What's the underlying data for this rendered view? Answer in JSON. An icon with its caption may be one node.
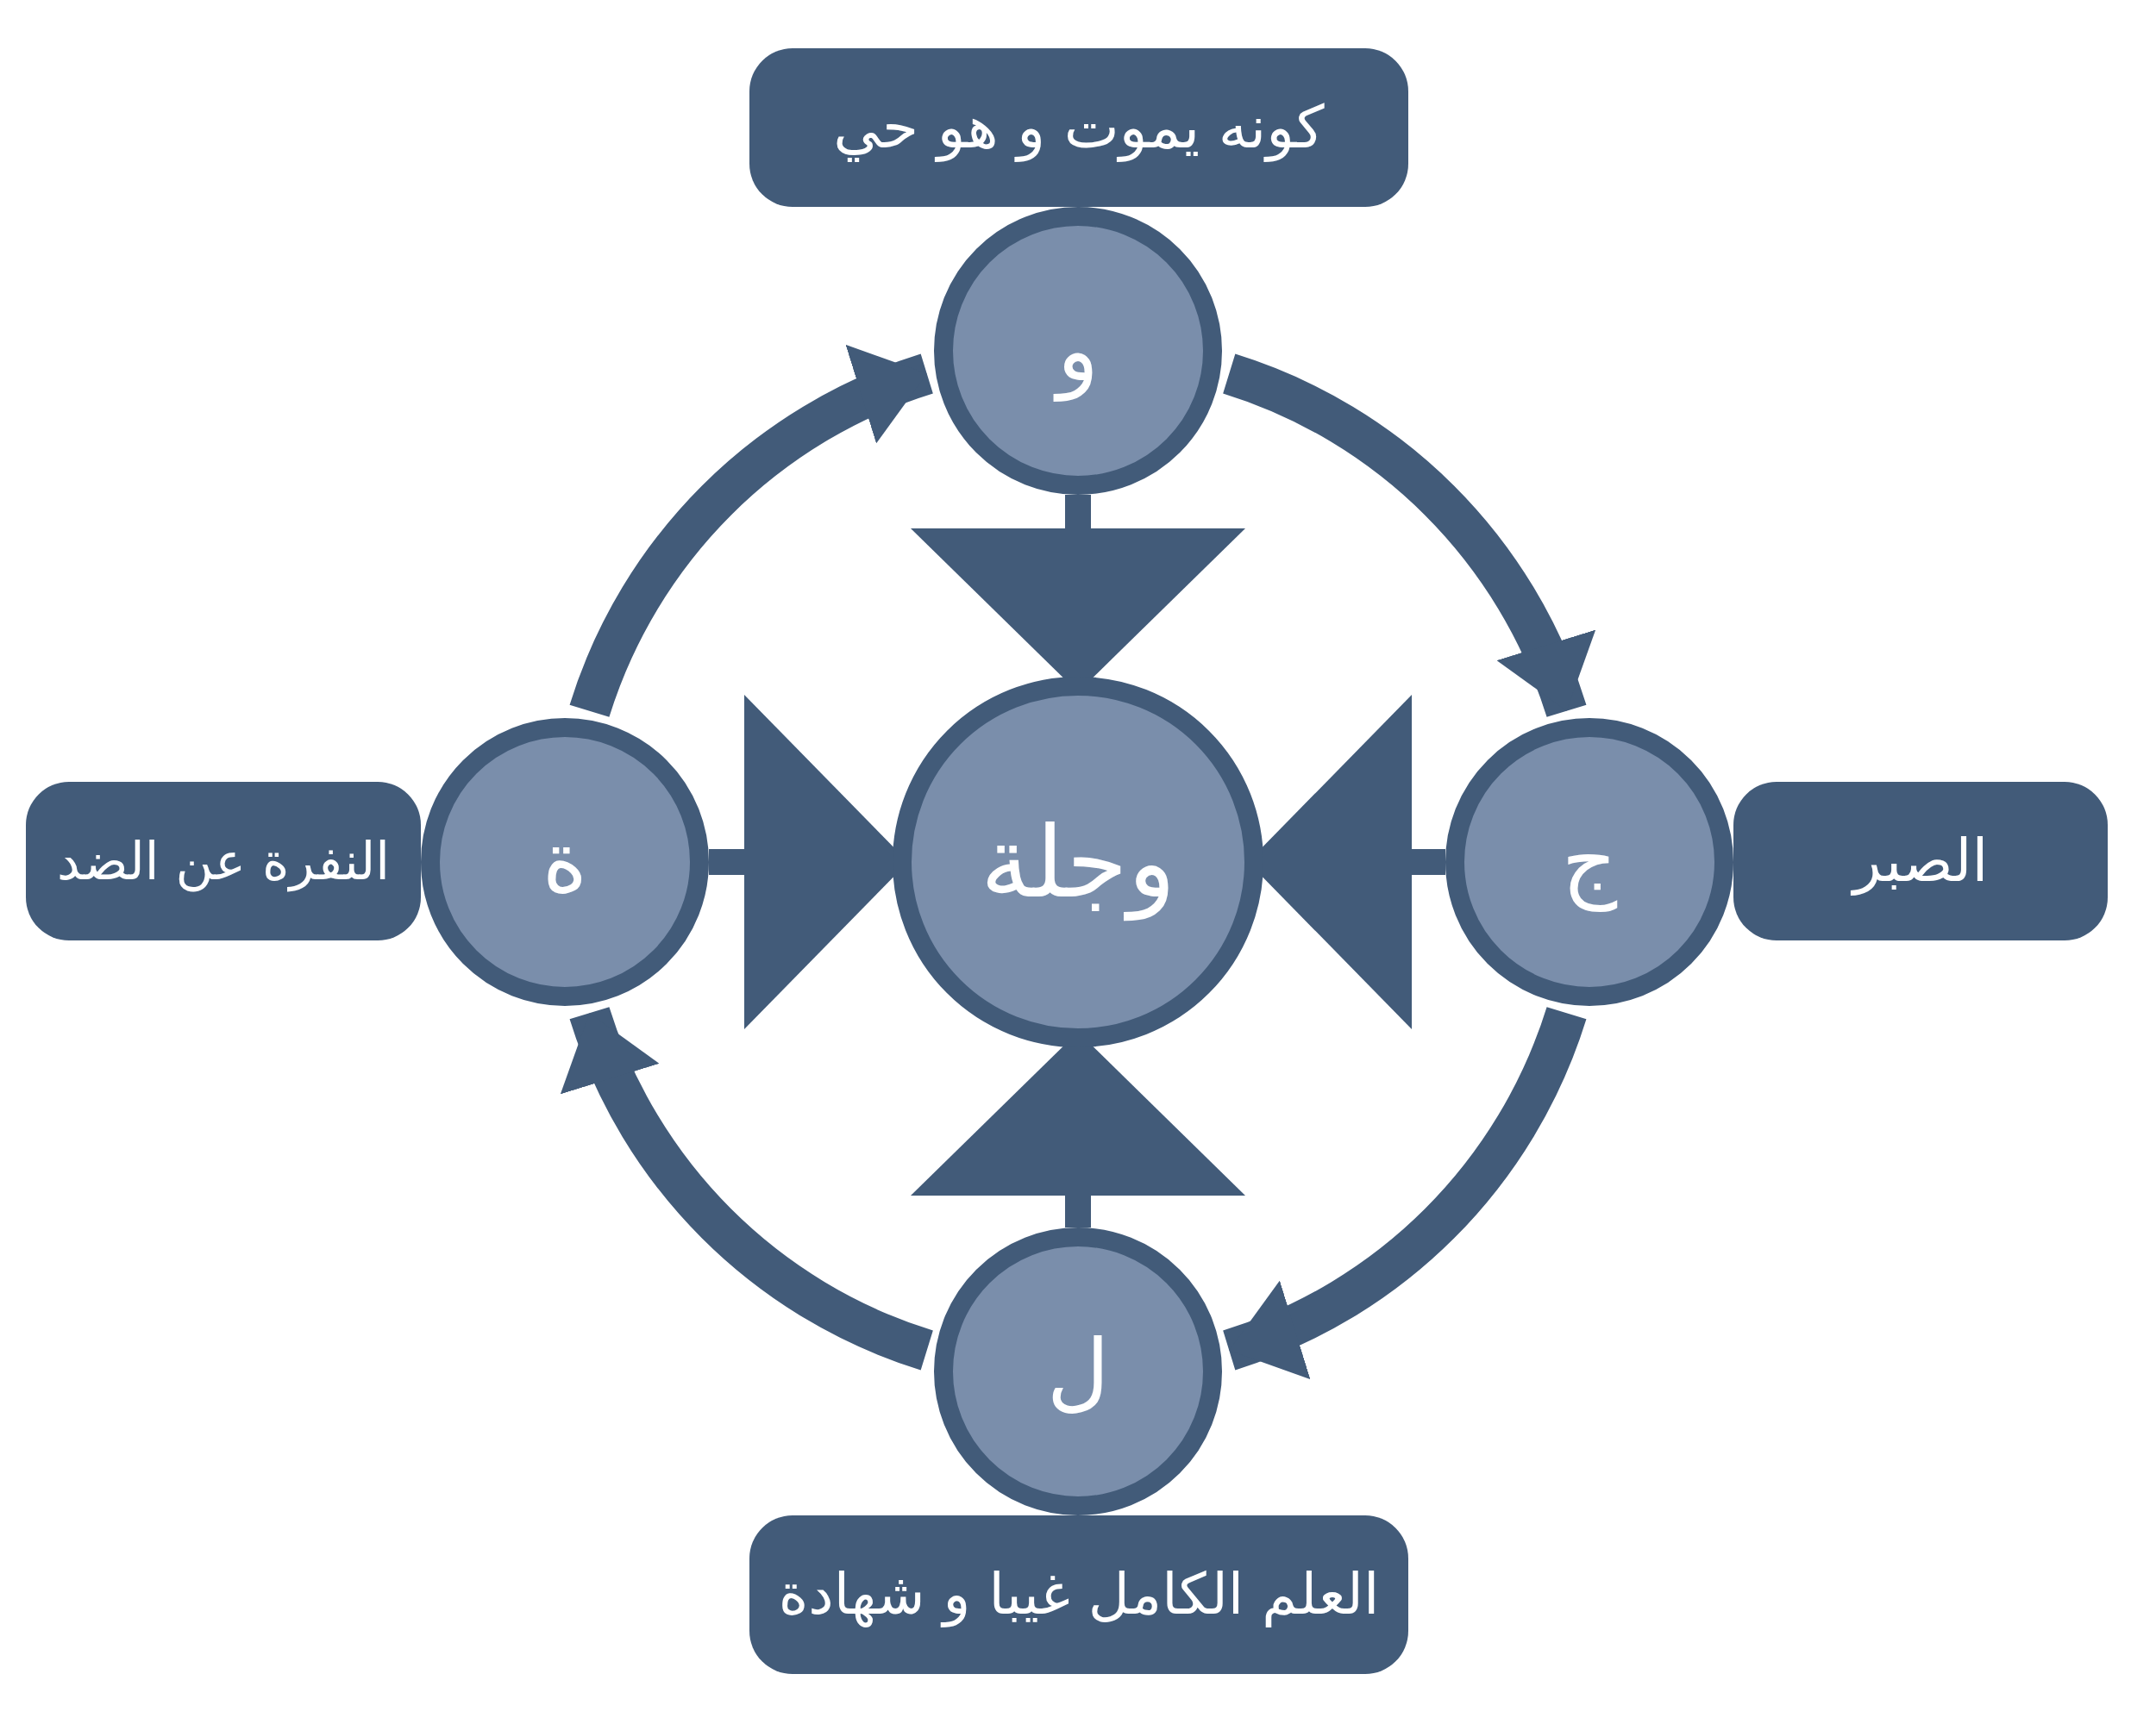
{
  "diagram": {
    "nodes": [
      {
        "text": [
          "كونه يموت و هو حي"
        ]
      },
      {
        "text": [
          "و"
        ]
      },
      {
        "text": [
          "النفرة عن الضد"
        ]
      },
      {
        "text": [
          "ة"
        ]
      },
      {
        "text": [
          "وجلة"
        ]
      },
      {
        "text": [
          "ج"
        ]
      },
      {
        "text": [
          "الصبر"
        ]
      },
      {
        "text": [
          "ل"
        ]
      },
      {
        "text": [
          "العلم الكامل غيبا و شهادة"
        ]
      }
    ],
    "edges": [
      {
        "from": 1,
        "to": 4,
        "arrow": "to"
      },
      {
        "from": 3,
        "to": 4,
        "arrow": "to"
      },
      {
        "from": 5,
        "to": 4,
        "arrow": "to"
      },
      {
        "from": 7,
        "to": 4,
        "arrow": "to"
      },
      {
        "from": 1,
        "to": 5,
        "arrow": "to"
      },
      {
        "from": 5,
        "to": 7,
        "arrow": "to"
      },
      {
        "from": 7,
        "to": 3,
        "arrow": "to"
      },
      {
        "from": 3,
        "to": 1,
        "arrow": "to"
      }
    ]
  }
}
